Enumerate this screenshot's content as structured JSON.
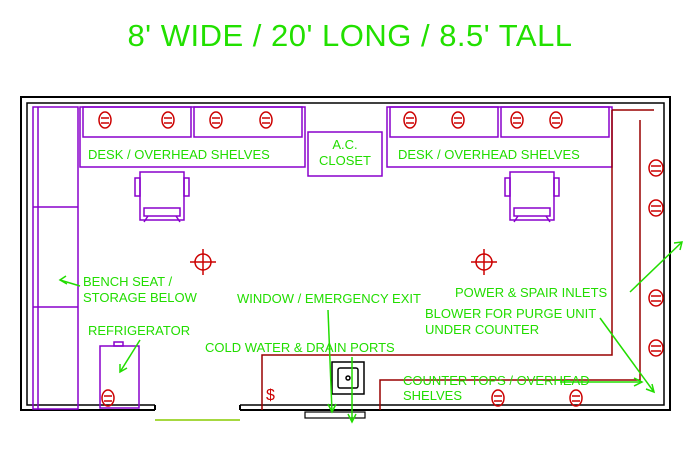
{
  "title": "8' WIDE / 20' LONG / 8.5' TALL",
  "labels": {
    "desk_left": "DESK / OVERHEAD SHELVES",
    "desk_right": "DESK / OVERHEAD SHELVES",
    "ac_line1": "A.C.",
    "ac_line2": "CLOSET",
    "bench_line1": "BENCH SEAT /",
    "bench_line2": "STORAGE  BELOW",
    "window": "WINDOW / EMERGENCY EXIT",
    "power": "POWER & SPAIR INLETS",
    "blower_line1": "BLOWER FOR PURGE UNIT",
    "blower_line2": "UNDER COUNTER",
    "refrigerator": "REFRIGERATOR",
    "water": "COLD WATER & DRAIN PORTS",
    "counter_line1": "COUNTER TOPS / OVERHEAD",
    "counter_line2": "SHELVES"
  },
  "colors": {
    "title": "#22e000",
    "label": "#22dd00",
    "wall": "#000000",
    "furniture": "#8800cc",
    "outlet": "#cc0000",
    "counter": "#990000",
    "door_opening": "#88cc00"
  }
}
